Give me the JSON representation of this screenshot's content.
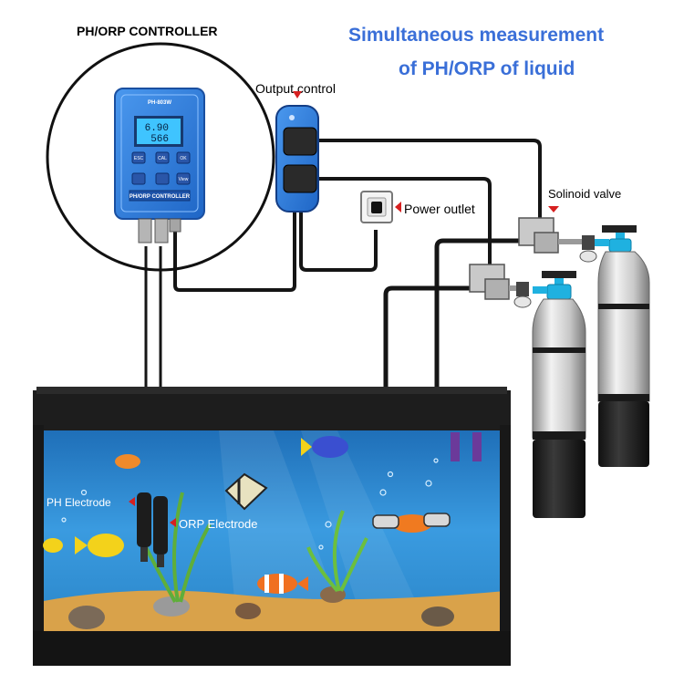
{
  "title": {
    "line1": "Simultaneous measurement",
    "line2": "of PH/ORP of liquid"
  },
  "controller": {
    "heading": "PH/ORP CONTROLLER",
    "model": "PH-803W",
    "display_ph": "6.90",
    "display_orp": "566",
    "panel_label": "PH/ORP CONTROLLER",
    "button_labels": [
      "ESC",
      "CAL",
      "OK",
      "",
      "",
      "View"
    ]
  },
  "labels": {
    "output_control": "Output control",
    "power_outlet": "Power outlet",
    "solenoid_valve": "Solinoid valve",
    "ph_electrode": "PH Electrode",
    "orp_electrode": "ORP Electrode"
  },
  "colors": {
    "title_blue": "#3a6fd8",
    "device_blue": "#2f7fe0",
    "marker_red": "#d62020",
    "water": "#2e8bd0",
    "sand": "#d9a24a",
    "valve_cyan": "#1fb1e0"
  }
}
